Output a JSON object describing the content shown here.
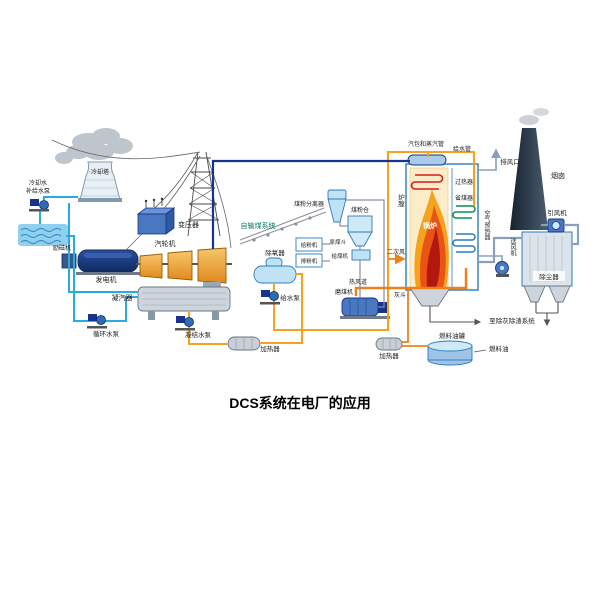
{
  "title": "DCS系统在电厂的应用",
  "labels": {
    "cooling_tower": "冷却塔",
    "makeup_pump_line1": "冷却水",
    "makeup_pump_line2": "补给水泵",
    "transformer": "变压器",
    "exciter": "励磁机",
    "generator": "发电机",
    "turbine": "汽轮机",
    "condenser": "凝汽器",
    "circulating_pump": "循环水泵",
    "condensate_pump": "凝结水泵",
    "lp_heater": "加热器",
    "deaerator": "除氧器",
    "feed_pump": "给水泵",
    "coal_supply": "自输煤系统",
    "separator": "煤粉分离器",
    "coal_bunker": "煤粉仓",
    "raw_coal_hopper": "原煤斗",
    "coal_feeder": "给煤机",
    "powder_feeder": "给粉机",
    "powder_fan": "排粉机",
    "secondary_air": "二次风",
    "hot_air_duct": "热风道",
    "coal_mill": "磨煤机",
    "ash_hopper": "灰斗",
    "furnace": "炉膛",
    "boiler": "锅炉",
    "superheater": "过热器",
    "economizer": "省煤器",
    "steam_drum": "汽包和蒸汽管",
    "feed_pipe": "给水管",
    "air_outlet": "排风口",
    "chimney": "烟囱",
    "induced_fan": "引风机",
    "air_preheater": "空气预热器",
    "forced_fan": "送风机",
    "dust_collector": "除尘器",
    "ash_system": "至除灰除渣系统",
    "fuel_tank": "燃料油罐",
    "fuel_oil": "燃料油",
    "oil_heater": "加热器"
  },
  "colors": {
    "water_line": "#29abe2",
    "condensate_line": "#f6a21c",
    "steam_line": "#16338e",
    "hot_air_line": "#f07f1a",
    "oil_line": "#f07f1a",
    "flue_line": "#8aa0b8",
    "flame_outer": "#f6a21c",
    "flame_mid": "#e85414",
    "flame_core": "#b3170f",
    "equipment_blue": "#4a78c0",
    "device_light_blue": "#bfe3f5"
  }
}
